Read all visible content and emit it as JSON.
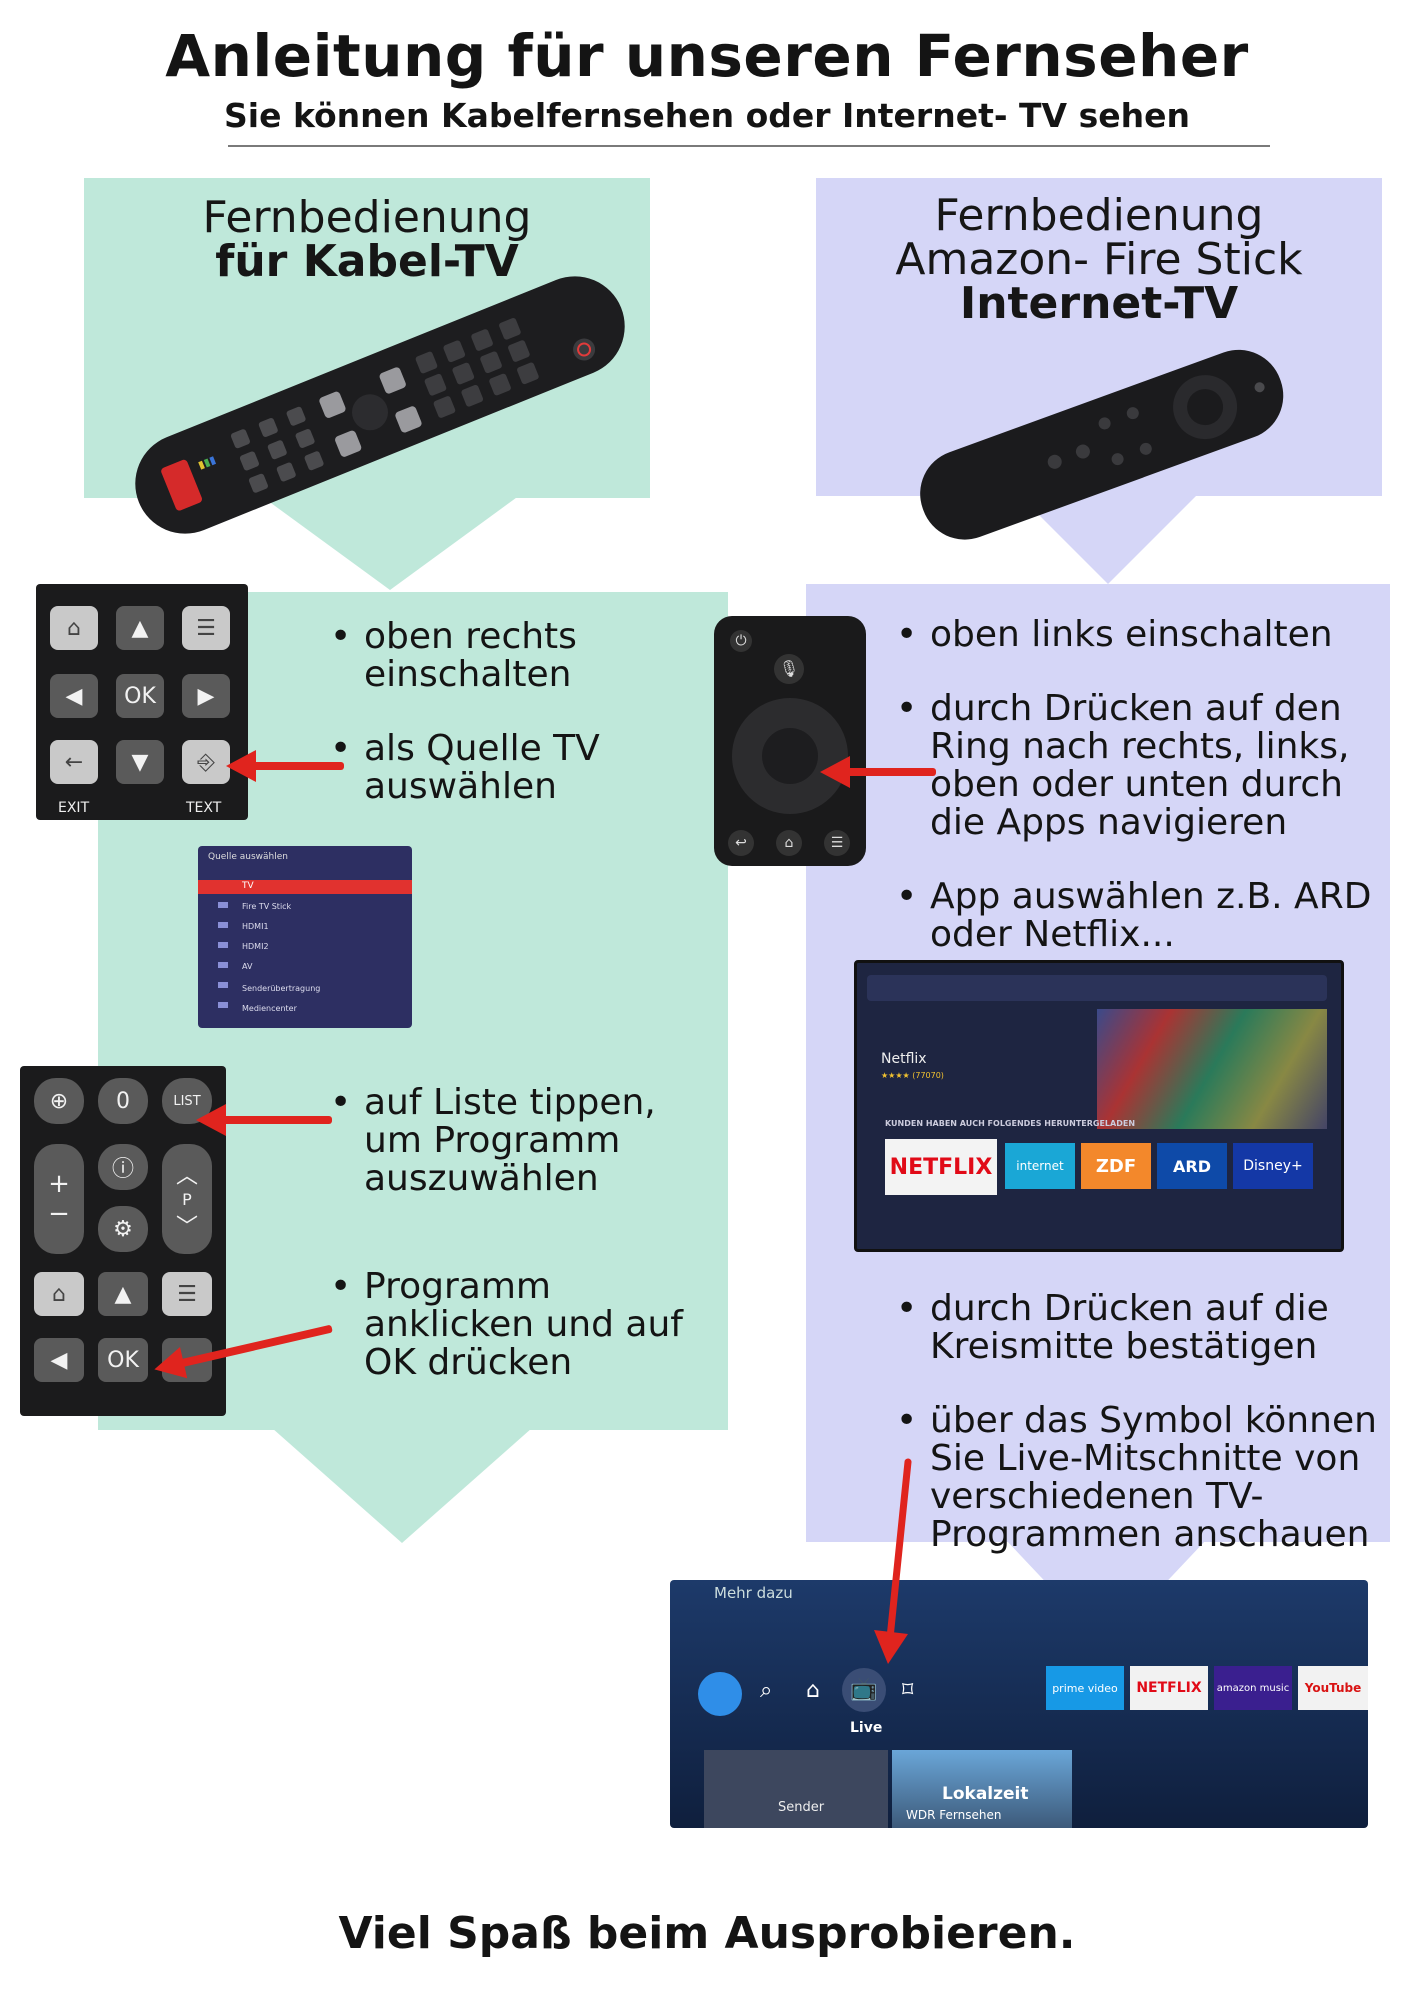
{
  "header": {
    "title": "Anleitung für unseren Fernseher",
    "subtitle": "Sie können Kabelfernsehen oder Internet- TV sehen"
  },
  "left_panel": {
    "title_line1": "Fernbedienung",
    "title_line2": "für Kabel-TV",
    "bullets": [
      "oben rechts einschalten",
      "als Quelle TV auswählen",
      "auf Liste tippen, um Programm auszuwählen",
      "Programm anklicken und auf OK drücken"
    ],
    "keys": {
      "ok": "OK",
      "exit": "EXIT",
      "text": "TEXT",
      "zero": "0",
      "list": "LIST",
      "p": "P"
    },
    "source_menu": {
      "header": "Quelle auswählen",
      "items": [
        "TV",
        "Fire TV Stick",
        "HDMI1",
        "HDMI2",
        "AV",
        "Senderübertragung",
        "Mediencenter"
      ]
    }
  },
  "right_panel": {
    "title_line1": "Fernbedienung",
    "title_line2": "Amazon- Fire Stick",
    "title_line3": "Internet-TV",
    "bullets": [
      "oben links einschalten",
      "durch Drücken auf den Ring nach rechts, links, oben oder unten durch die Apps navigieren",
      "App auswählen z.B. ARD oder Netflix...",
      "durch Drücken auf die Kreismitte bestätigen",
      "über das Symbol können Sie Live-Mitschnitte von verschiedenen TV-Programmen anschauen"
    ],
    "tv_screen": {
      "app_name": "Netflix",
      "rating": "★★★★ (77070)",
      "section": "KUNDEN HABEN AUCH FOLGENDES HERUNTERGELADEN",
      "apps": [
        "NETFLIX",
        "internet",
        "ZDF",
        "ARD",
        "Disney+"
      ]
    },
    "live_screen": {
      "more": "Mehr dazu",
      "live_label": "Live",
      "apps": [
        "prime video",
        "NETFLIX",
        "amazon music",
        "YouTube"
      ],
      "tile1": "Sender",
      "tile2_title": "Lokalzeit",
      "tile2_sub": "WDR Fernsehen"
    }
  },
  "footer": {
    "text": "Viel Spaß beim Ausprobieren."
  },
  "colors": {
    "green": "#bfe8da",
    "lavender": "#d5d6f7",
    "arrow": "#e0241e"
  }
}
